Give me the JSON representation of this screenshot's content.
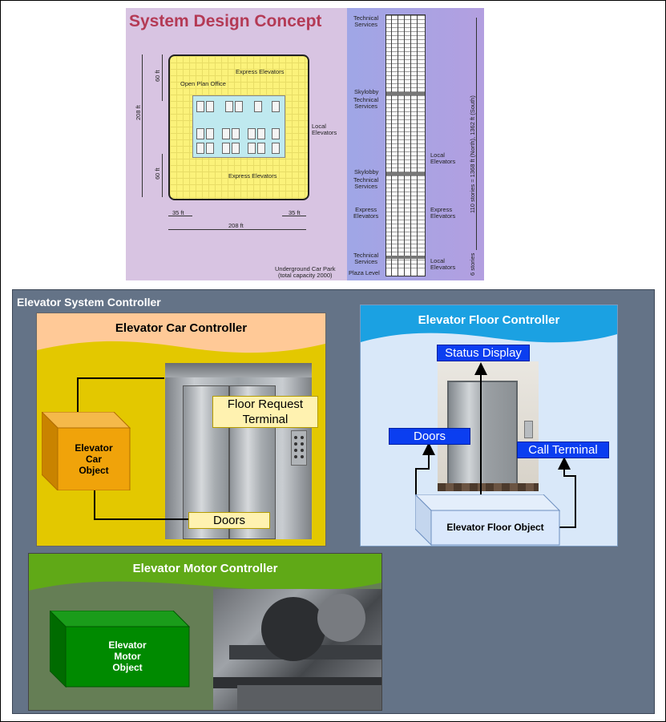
{
  "concept": {
    "title": "System Design Concept",
    "plan_labels": {
      "express_top": "Express Elevators",
      "open_plan": "Open Plan Office",
      "local": "Local\nElevators",
      "express_bottom": "Express Elevators",
      "dim_60_top": "60 ft",
      "dim_208_side": "208 ft",
      "dim_60_bottom": "60 ft",
      "dim_35_left": "35 ft",
      "dim_35_right": "35 ft",
      "dim_208_bottom": "208 ft"
    },
    "section_labels": {
      "technical_top": "Technical\nServices",
      "skylobby_1": "Skylobby",
      "technical_2": "Technical\nServices",
      "local_1": "Local\nElevators",
      "skylobby_2": "Skylobby",
      "technical_3": "Technical\nServices",
      "express_left": "Express\nElevators",
      "express_right": "Express\nElevators",
      "technical_bottom": "Technical\nServices",
      "local_2": "Local\nElevators",
      "underground": "Underground Car Park\n(total capacity 2000)",
      "plaza": "Plaza Level",
      "stories_total": "110 stories = 1368 ft (North), 1362 ft (South)",
      "stories_6": "6 stories"
    }
  },
  "system": {
    "title": "Elevator System Controller",
    "car_controller": {
      "title": "Elevator Car Controller",
      "object_label": "Elevator\nCar\nObject",
      "floor_request_terminal": "Floor Request\nTerminal",
      "doors": "Doors"
    },
    "floor_controller": {
      "title": "Elevator Floor Controller",
      "status_display": "Status Display",
      "doors": "Doors",
      "call_terminal": "Call Terminal",
      "object_label": "Elevator Floor Object"
    },
    "motor_controller": {
      "title": "Elevator Motor Controller",
      "object_label": "Elevator\nMotor\nObject"
    }
  },
  "colors": {
    "system_bg": "#647387",
    "car_head": "#ffc997",
    "car_body": "#e3c800",
    "car_object": "#f0a30a",
    "floor_head": "#1ba1e2",
    "floor_body": "#d9e8f9",
    "motor_head": "#60a917",
    "motor_body": "#657e55",
    "motor_object": "#008a00",
    "blue_label": "#0b3ef0",
    "yellow_label": "#fff2b0"
  }
}
